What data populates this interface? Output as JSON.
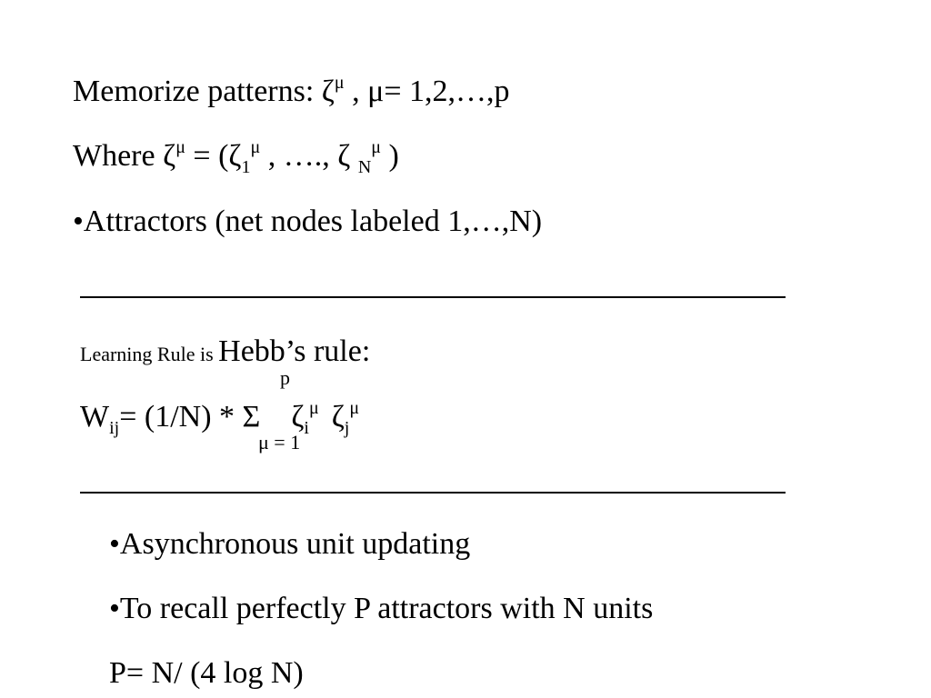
{
  "slide": {
    "line1": {
      "prefix": "Memorize  patterns: ",
      "zeta": "ζ",
      "mu_sup": "μ",
      "suffix": " , μ= 1,2,…,p"
    },
    "line2": {
      "prefix": "Where ",
      "zeta": "ζ",
      "mu_sup": "μ",
      "equals": " =  (",
      "zeta1": "ζ",
      "sub1": "1",
      "mu_sup2": "μ",
      "middle": " , …., ",
      "zetaN": "ζ ",
      "subN": "N",
      "mu_sup3": "μ",
      "close": " )"
    },
    "line3": "•Attractors (net nodes labeled 1,…,N)",
    "learning": {
      "small": "Learning Rule is ",
      "big": "Hebb’s rule:"
    },
    "formula": {
      "w": "W",
      "w_sub": "ij",
      "body": "=  (1/N) * Σ",
      "sigma_top": "p",
      "sigma_bottom": "μ = 1",
      "zeta_i": "ζ",
      "i_sub": "i",
      "mu_i": "μ",
      "zeta_j": "ζ",
      "j_sub": "j",
      "mu_j": "μ"
    },
    "bullet1": "•Asynchronous unit updating",
    "bullet2": "•To recall perfectly P attractors with N units",
    "capacity": "P= N/ (4 log N)"
  }
}
